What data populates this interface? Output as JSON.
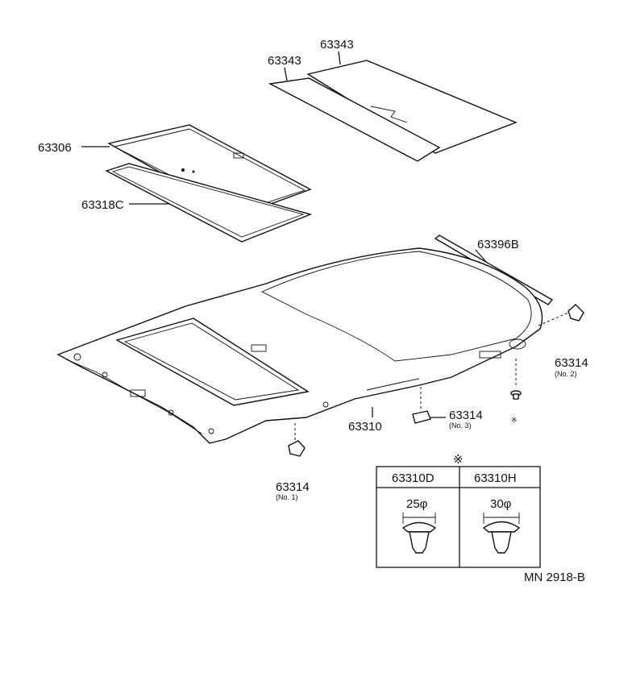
{
  "parts": {
    "p63343_a": "63343",
    "p63343_b": "63343",
    "p63306": "63306",
    "p63318c": "63318C",
    "p63396b": "63396B",
    "p63310": "63310",
    "p63314_no2": "63314",
    "p63314_no2_sub": "(No. 2)",
    "p63314_no3": "63314",
    "p63314_no3_sub": "(No. 3)",
    "p63314_no1": "63314",
    "p63314_no1_sub": "(No. 1)"
  },
  "clip_table": {
    "reference_mark": "※",
    "columns": [
      {
        "part": "63310D",
        "size": "25φ"
      },
      {
        "part": "63310H",
        "size": "30φ"
      }
    ]
  },
  "diagram_code": "MN 2918-B",
  "asterisk_mark": "※"
}
